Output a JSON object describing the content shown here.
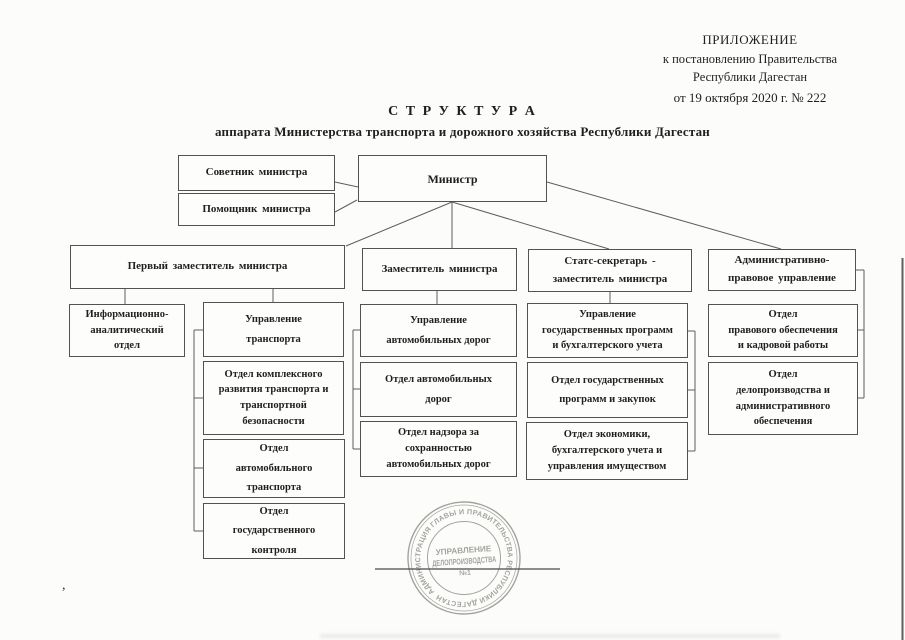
{
  "colors": {
    "ink": "#1f1f1f",
    "box-border": "#525252",
    "line": "#5e5e5e",
    "stamp-ink": "#90908b",
    "paper": "#fcfcfa"
  },
  "header": {
    "line1": "ПРИЛОЖЕНИЕ",
    "line2": "к постановлению Правительства",
    "line3": "Республики Дагестан",
    "line4": "от 19 октября 2020 г. № 222"
  },
  "title": {
    "line1": "С Т Р У К Т У Р А",
    "line2": "аппарата Министерства транспорта и дорожного хозяйства Республики Дагестан"
  },
  "boxes": {
    "advisor": "Советник министра",
    "assistant": "Помощник министра",
    "minister": "Министр",
    "first_deputy": "Первый заместитель министра",
    "deputy": "Заместитель министра",
    "state_secretary": "Статс-секретарь -\nзаместитель министра",
    "admin_legal": "Административно-\nправовое управление",
    "info_analytics": "Информационно-\nаналитический\nотдел",
    "transport_dept": "Управление\nтранспорта",
    "complex_dev": "Отдел комплексного\nразвития транспорта и\nтранспортной\nбезопасности",
    "auto_transport": "Отдел\nавтомобильного\nтранспорта",
    "state_control": "Отдел\nгосударственного\nконтроля",
    "roads_dept": "Управление\nавтомобильных дорог",
    "roads_div": "Отдел автомобильных\nдорог",
    "roads_supervision": "Отдел надзора за\nсохранностью\nавтомобильных дорог",
    "programs_dept": "Управление\nгосударственных программ\nи бухгалтерского учета",
    "procurement_div": "Отдел государственных\nпрограмм и закупок",
    "economics_div": "Отдел экономики,\nбухгалтерского учета и\nуправления имуществом",
    "legal_hr": "Отдел\nправового обеспечения\nи кадровой работы",
    "records_admin": "Отдел\nделопроизводства и\nадминистративного\nобеспечения"
  },
  "stamp": {
    "rim_text": "АДМИНИСТРАЦИЯ ГЛАВЫ И ПРАВИТЕЛЬСТВА РЕСПУБЛИКИ ДАГЕСТАН ✱",
    "center_line1": "УПРАВЛЕНИЕ",
    "center_line2": "ДЕЛОПРОИЗВОДСТВА",
    "center_line3": "№1"
  },
  "stray_mark": ","
}
